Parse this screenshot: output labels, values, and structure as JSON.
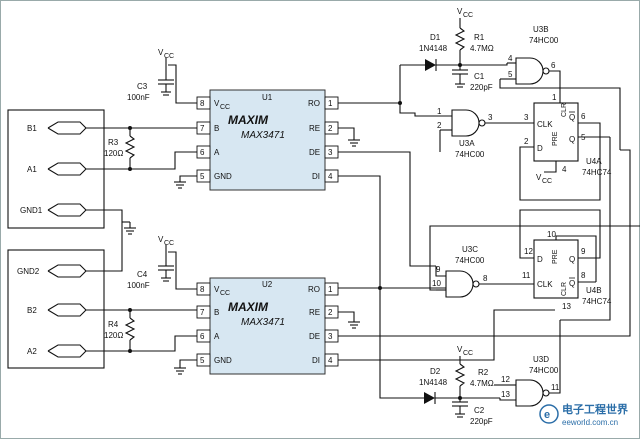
{
  "supply": {
    "vcc": "V",
    "vcc_sub": "CC"
  },
  "connector1": {
    "b1": "B1",
    "a1": "A1",
    "gnd1": "GND1"
  },
  "connector2": {
    "gnd2": "GND2",
    "b2": "B2",
    "a2": "A2"
  },
  "u1": {
    "ref": "U1",
    "brand": "MAXIM",
    "part": "MAX3471",
    "pins_left": [
      {
        "num": "8",
        "name": "V",
        "sub": "CC"
      },
      {
        "num": "7",
        "name": "B",
        "sub": ""
      },
      {
        "num": "6",
        "name": "A",
        "sub": ""
      },
      {
        "num": "5",
        "name": "GND",
        "sub": ""
      }
    ],
    "pins_right": [
      {
        "num": "1",
        "name": "RO"
      },
      {
        "num": "2",
        "name": "RE"
      },
      {
        "num": "3",
        "name": "DE"
      },
      {
        "num": "4",
        "name": "DI"
      }
    ]
  },
  "u2": {
    "ref": "U2",
    "brand": "MAXIM",
    "part": "MAX3471",
    "pins_left": [
      {
        "num": "8",
        "name": "V",
        "sub": "CC"
      },
      {
        "num": "7",
        "name": "B",
        "sub": ""
      },
      {
        "num": "6",
        "name": "A",
        "sub": ""
      },
      {
        "num": "5",
        "name": "GND",
        "sub": ""
      }
    ],
    "pins_right": [
      {
        "num": "1",
        "name": "RO"
      },
      {
        "num": "2",
        "name": "RE"
      },
      {
        "num": "3",
        "name": "DE"
      },
      {
        "num": "4",
        "name": "DI"
      }
    ]
  },
  "passives": {
    "c3_ref": "C3",
    "c3_val": "100nF",
    "c4_ref": "C4",
    "c4_val": "100nF",
    "r3_ref": "R3",
    "r3_val": "120Ω",
    "r4_ref": "R4",
    "r4_val": "120Ω",
    "r1_ref": "R1",
    "r1_val": "4.7MΩ",
    "r2_ref": "R2",
    "r2_val": "4.7MΩ",
    "c1_ref": "C1",
    "c1_val": "220pF",
    "c2_ref": "C2",
    "c2_val": "220pF",
    "d1_ref": "D1",
    "d1_val": "1N4148",
    "d2_ref": "D2",
    "d2_val": "1N4148"
  },
  "gates": {
    "u3a_ref": "U3A",
    "u3a_val": "74HC00",
    "u3a_pins": [
      "1",
      "2",
      "3"
    ],
    "u3b_ref": "U3B",
    "u3b_val": "74HC00",
    "u3b_pins": [
      "4",
      "5",
      "6"
    ],
    "u3c_ref": "U3C",
    "u3c_val": "74HC00",
    "u3c_pins": [
      "9",
      "10",
      "8"
    ],
    "u3d_ref": "U3D",
    "u3d_val": "74HC00",
    "u3d_pins": [
      "12",
      "13",
      "11"
    ]
  },
  "flipflops": {
    "u4a": {
      "ref": "U4A",
      "val": "74HC74",
      "labels": {
        "clk": "CLK",
        "d": "D",
        "q": "Q",
        "qn": "Q",
        "pre": "PRE",
        "clr": "CLR"
      },
      "pins": {
        "clk": "3",
        "d": "2",
        "q": "5",
        "qn": "6",
        "clr": "1",
        "pre": "4"
      }
    },
    "u4b": {
      "ref": "U4B",
      "val": "74HC74",
      "labels": {
        "clk": "CLK",
        "d": "D",
        "q": "Q",
        "qn": "Q",
        "pre": "PRE",
        "clr": "CLR"
      },
      "pins": {
        "clk": "11",
        "d": "12",
        "q": "9",
        "qn": "8",
        "clr": "13",
        "pre": "10"
      }
    }
  },
  "watermark": {
    "title": "电子工程世界",
    "url": "eeworld.com.cn"
  }
}
